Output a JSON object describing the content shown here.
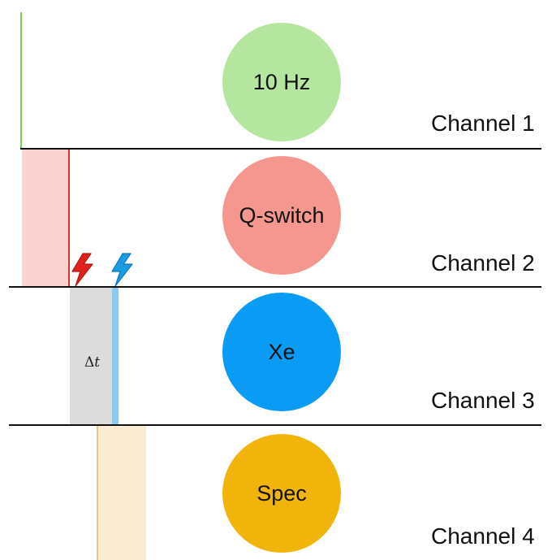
{
  "channels": [
    {
      "label": "Channel 1",
      "device": "10 Hz",
      "color": "#b4e6a0",
      "marker_color": "#7bd24a"
    },
    {
      "label": "Channel 2",
      "device": "Q-switch",
      "color": "#f5968f",
      "marker_color": "#d9362b",
      "pulse_fill": "#f9d3d0"
    },
    {
      "label": "Channel 3",
      "device": "Xe",
      "color": "#0a9bf5",
      "marker_color": "#8ec9f0"
    },
    {
      "label": "Channel 4",
      "device": "Spec",
      "color": "#f0b40a",
      "marker_color": "#e8c488",
      "pulse_fill": "#faecd2"
    }
  ],
  "delay": {
    "symbol": "Δ",
    "variable": "t",
    "fill": "#dcdcdc"
  },
  "triggers": [
    {
      "name": "q-switch-trigger",
      "icon": "lightning-bolt",
      "color": "#e0201c"
    },
    {
      "name": "xe-trigger",
      "icon": "lightning-bolt",
      "color": "#1a9be6"
    }
  ],
  "divider_color": "#111111"
}
